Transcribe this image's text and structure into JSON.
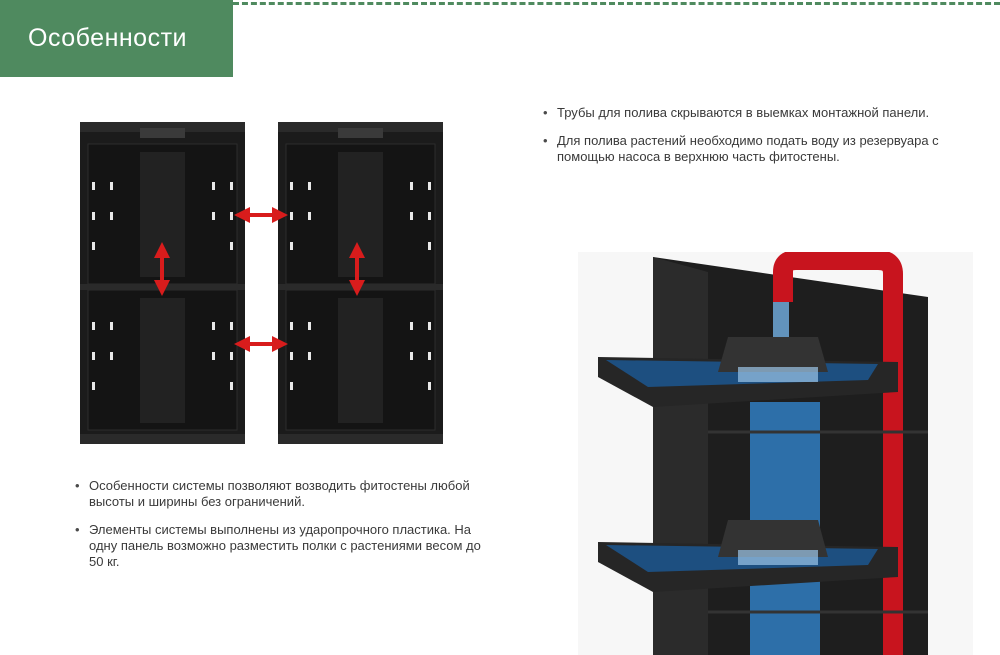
{
  "header": {
    "title": "Особенности"
  },
  "left_bullets": [
    "Особенности системы позволяют возводить фитостены любой высоты и ширины без ограничений.",
    "Элементы системы выполнены из ударопрочного пластика. На одну панель возможно разместить полки с растениями весом до 50 кг."
  ],
  "right_bullets": [
    "Трубы для полива скрываются в выемках монтажной панели.",
    "Для полива растений необходимо подать воду из резервуара с помощью насоса в верхнюю часть фитостены."
  ],
  "colors": {
    "accent": "#4f8a5f",
    "arrow": "#d81c1c",
    "panel": "#1c1c1c",
    "water": "#2f78b8",
    "pipe": "#c8141e"
  }
}
